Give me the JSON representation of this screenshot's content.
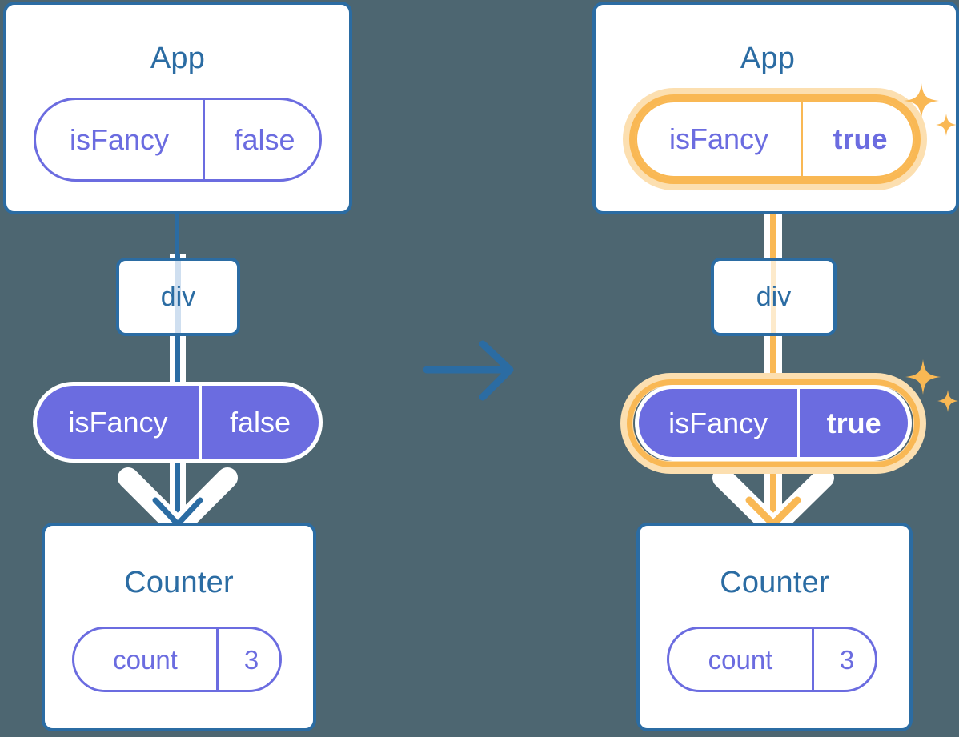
{
  "meta": {
    "background_color": "#4d6671",
    "blue": "#2b6ca3",
    "purple": "#6b6ce0",
    "orange": "#f9b854",
    "orange_light": "#fcdfb0",
    "white": "#ffffff"
  },
  "panels": [
    {
      "id": "before",
      "app": {
        "title": "App",
        "state_pill": {
          "key": "isFancy",
          "value": "false",
          "highlighted": false,
          "value_bold": false
        }
      },
      "div_node": {
        "label": "div"
      },
      "prop_pill": {
        "key": "isFancy",
        "value": "false",
        "highlighted": false,
        "value_bold": false
      },
      "counter": {
        "title": "Counter",
        "state_pill": {
          "key": "count",
          "value": "3",
          "highlighted": false,
          "value_bold": false
        }
      },
      "flow_color": "#2b6ca3"
    },
    {
      "id": "after",
      "app": {
        "title": "App",
        "state_pill": {
          "key": "isFancy",
          "value": "true",
          "highlighted": true,
          "value_bold": true
        }
      },
      "div_node": {
        "label": "div"
      },
      "prop_pill": {
        "key": "isFancy",
        "value": "true",
        "highlighted": true,
        "value_bold": true
      },
      "counter": {
        "title": "Counter",
        "state_pill": {
          "key": "count",
          "value": "3",
          "highlighted": false,
          "value_bold": false
        }
      },
      "flow_color": "#f9b854"
    }
  ],
  "transition": {
    "icon": "arrow-right-icon",
    "color": "#2b6ca3"
  },
  "sparkles": [
    {
      "near": "app-state-pill-after",
      "icon": "sparkle-icon"
    },
    {
      "near": "prop-pill-after",
      "icon": "sparkle-icon"
    }
  ]
}
